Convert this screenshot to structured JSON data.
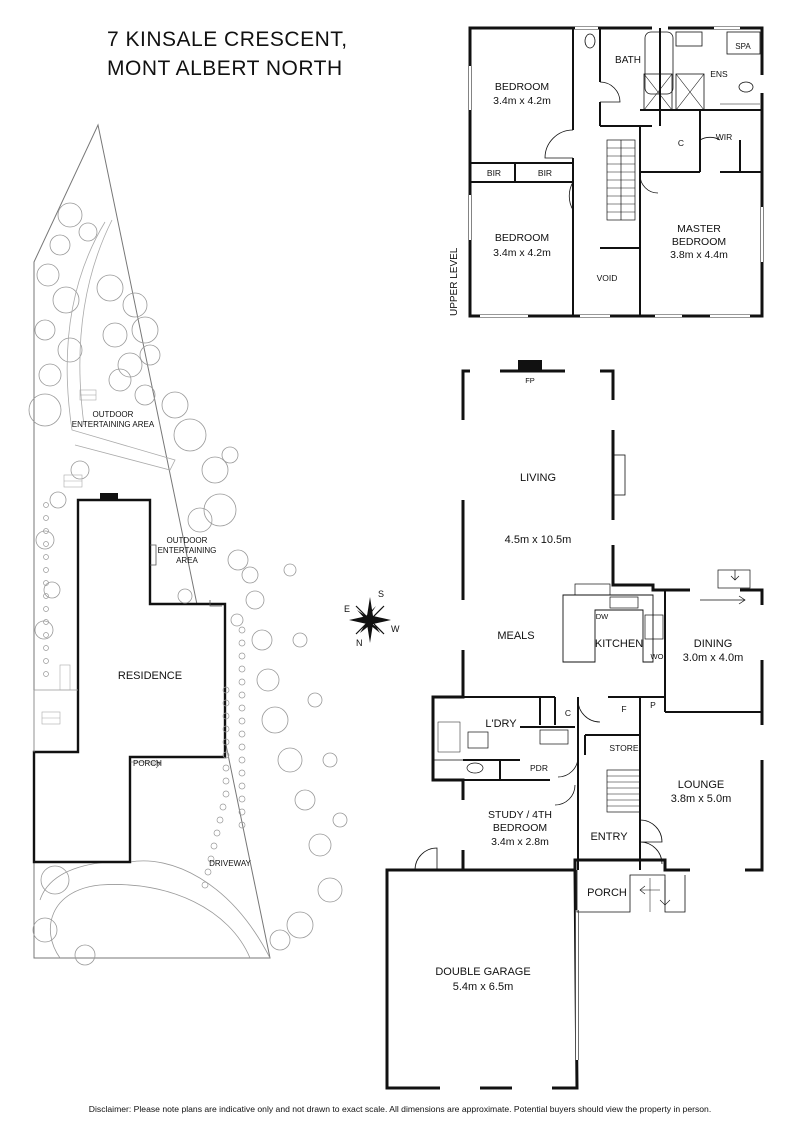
{
  "title": {
    "line1": "7 KINSALE CRESCENT,",
    "line2": "MONT ALBERT NORTH"
  },
  "disclaimer": "Disclaimer: Please note plans are indicative only and not drawn to exact scale. All dimensions are approximate. Potential buyers should view the property in person.",
  "site_plan": {
    "outdoor_area_1": [
      "OUTDOOR",
      "ENTERTAINING AREA"
    ],
    "outdoor_area_2": [
      "OUTDOOR",
      "ENTERTAINING",
      "AREA"
    ],
    "residence": "RESIDENCE",
    "porch": "PORCH",
    "driveway": "DRIVEWAY"
  },
  "compass": {
    "n": "N",
    "s": "S",
    "e": "E",
    "w": "W"
  },
  "upper_level": {
    "label": "UPPER LEVEL",
    "bedroom_1": {
      "name": "BEDROOM",
      "size": "3.4m x 4.2m"
    },
    "bedroom_2": {
      "name": "BEDROOM",
      "size": "3.4m x 4.2m"
    },
    "master": {
      "name_1": "MASTER",
      "name_2": "BEDROOM",
      "size": "3.8m x 4.4m"
    },
    "bath": "BATH",
    "spa": "SPA",
    "ens": "ENS",
    "wir": "WIR",
    "c": "C",
    "bir_1": "BIR",
    "bir_2": "BIR",
    "void": "VOID"
  },
  "ground_level": {
    "fp": "FP",
    "living": {
      "name": "LIVING",
      "size": "4.5m x 10.5m"
    },
    "meals": "MEALS",
    "kitchen": "KITCHEN",
    "dw": "DW",
    "wo": "WO",
    "dining": {
      "name": "DINING",
      "size": "3.0m x 4.0m"
    },
    "laundry": "L'DRY",
    "c": "C",
    "f": "F",
    "p": "P",
    "pdr": "PDR",
    "store": "STORE",
    "lounge": {
      "name": "LOUNGE",
      "size": "3.8m x 5.0m"
    },
    "study": {
      "name_1": "STUDY / 4TH",
      "name_2": "BEDROOM",
      "size": "3.4m x 2.8m"
    },
    "entry": "ENTRY",
    "porch": "PORCH",
    "garage": {
      "name": "DOUBLE GARAGE",
      "size": "5.4m x 6.5m"
    }
  }
}
